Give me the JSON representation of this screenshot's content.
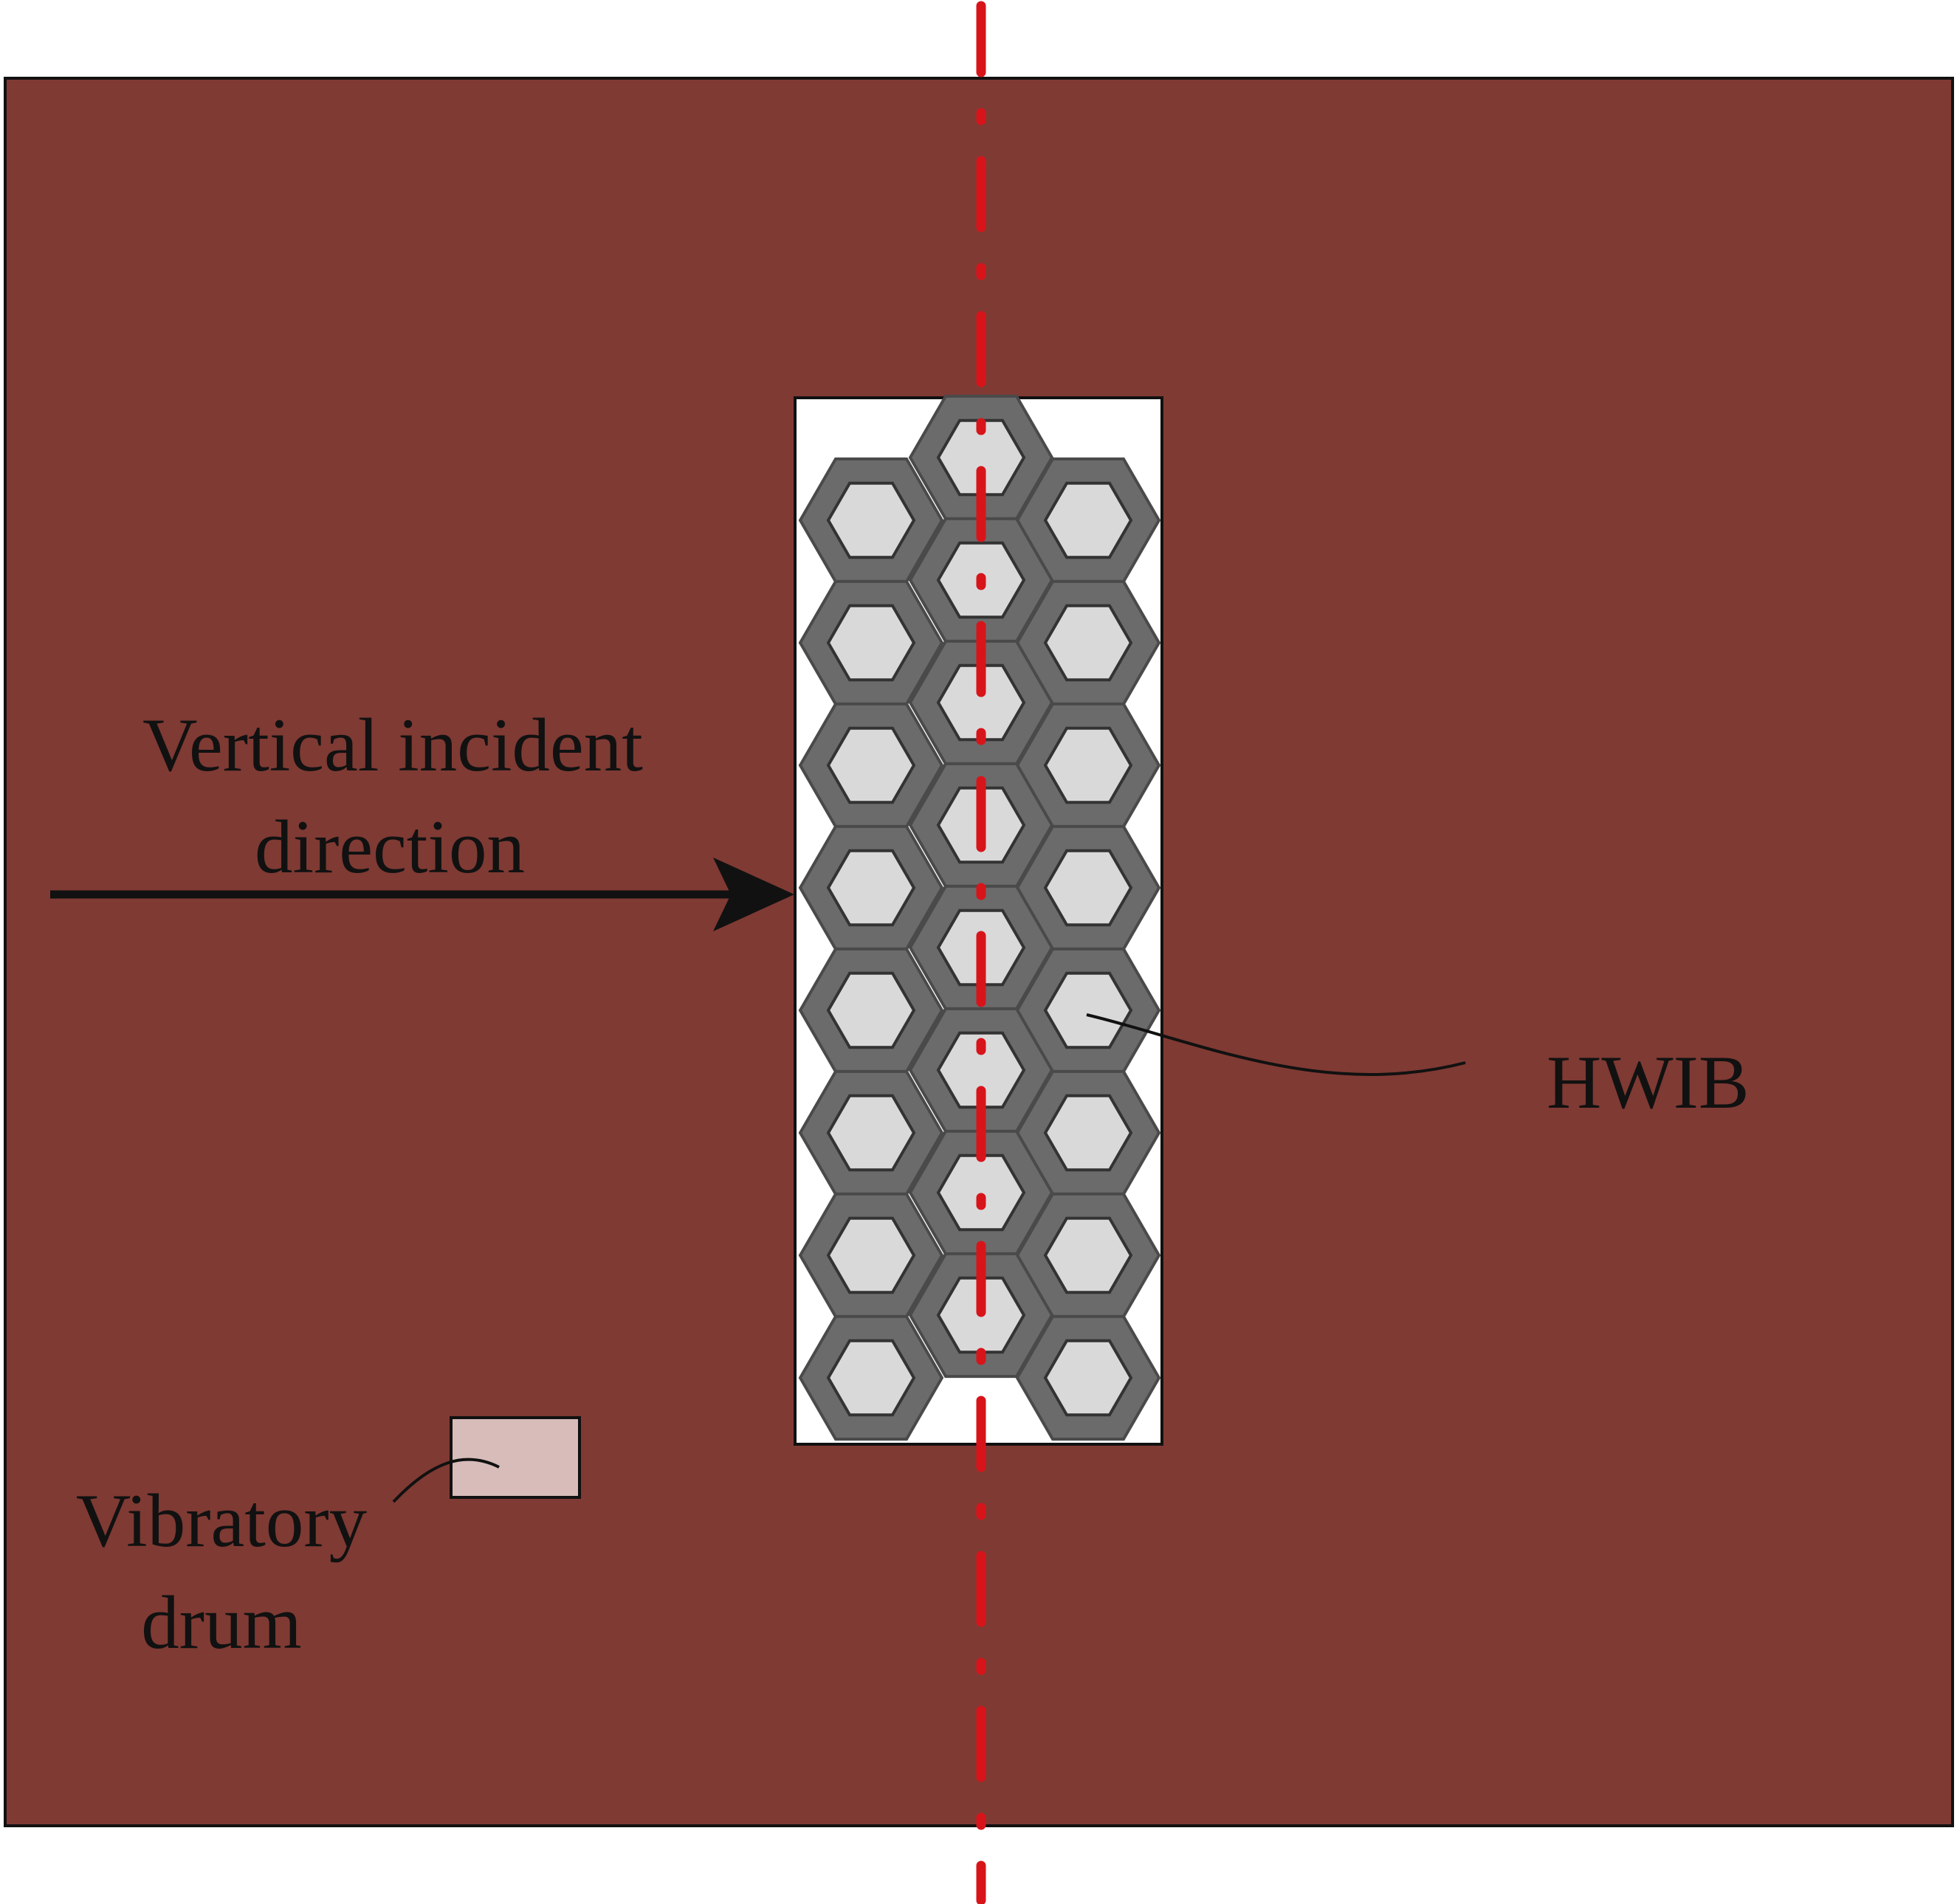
{
  "labels": {
    "incident_line1": "Vertical incident",
    "incident_line2": "direction",
    "hwib": "HWIB",
    "drum_line1": "Vibratory",
    "drum_line2": "drum"
  },
  "colors": {
    "ground": "#7f3a33",
    "barrier_fill": "#ffffff",
    "hex_outer": "#6b6b6b",
    "hex_inner": "#d9d9d9",
    "axis_line": "#d8141b",
    "drum_fill": "#d7bcb9",
    "stroke": "#111111"
  },
  "barrier": {
    "columns": 3,
    "cells_outer_columns": 8,
    "cells_middle_column": 8
  }
}
